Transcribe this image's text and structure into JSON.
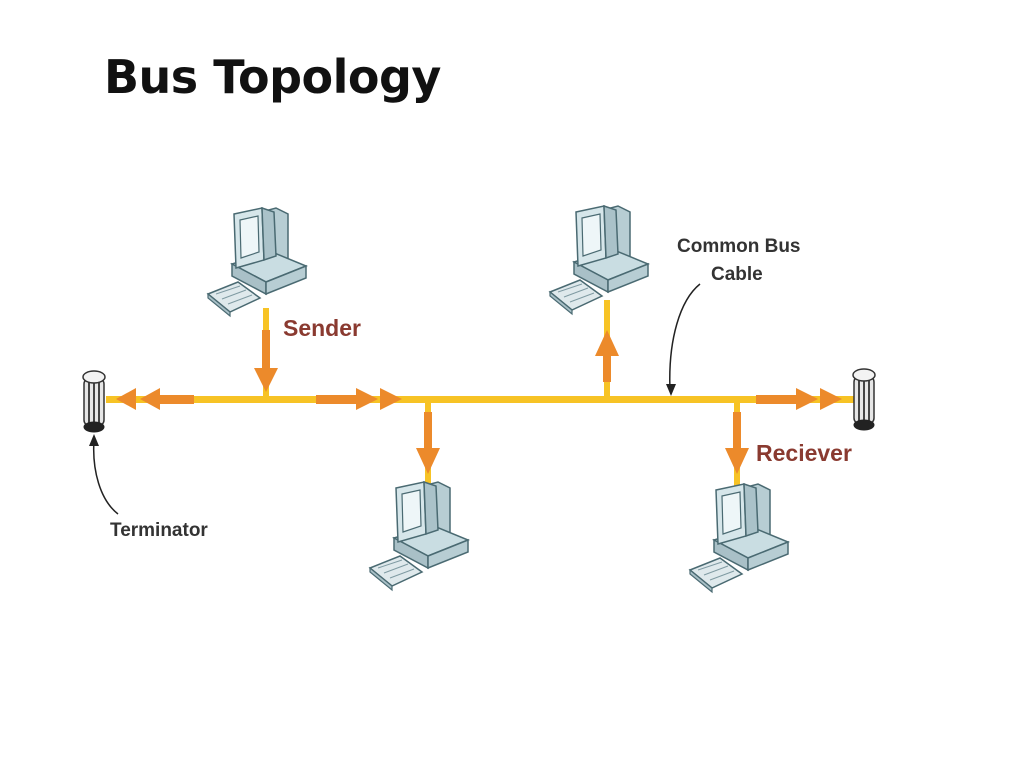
{
  "slide": {
    "title": "Bus Topology"
  },
  "diagram": {
    "labels": {
      "sender": "Sender",
      "receiver": "Reciever",
      "common_bus_cable_line1": "Common Bus",
      "common_bus_cable_line2": "Cable",
      "terminator": "Terminator"
    },
    "colors": {
      "bus_cable": "#f7c325",
      "arrow": "#ec8a2b",
      "sender_receiver_text": "#8a3a30",
      "callout_text": "#333333",
      "computer_body": "#c9dde2",
      "computer_outline": "#4a6a72"
    }
  }
}
